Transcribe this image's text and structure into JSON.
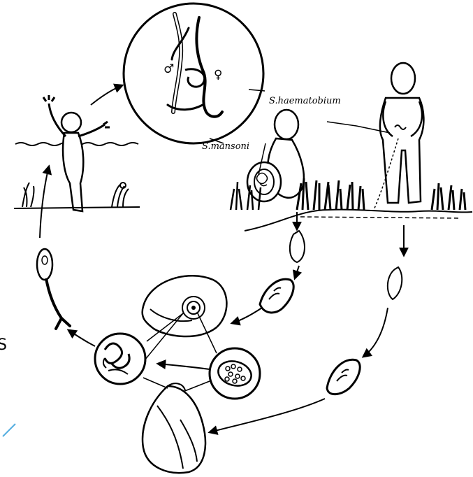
{
  "labels": {
    "s_haematobium": "S.haematobium",
    "s_mansoni": "S.mansoni",
    "male_symbol": "♂",
    "female_symbol": "♀",
    "edge_glyph": "S"
  },
  "colors": {
    "ink": "#000000",
    "background": "#ffffff",
    "edge_accent": "#55aee0"
  }
}
